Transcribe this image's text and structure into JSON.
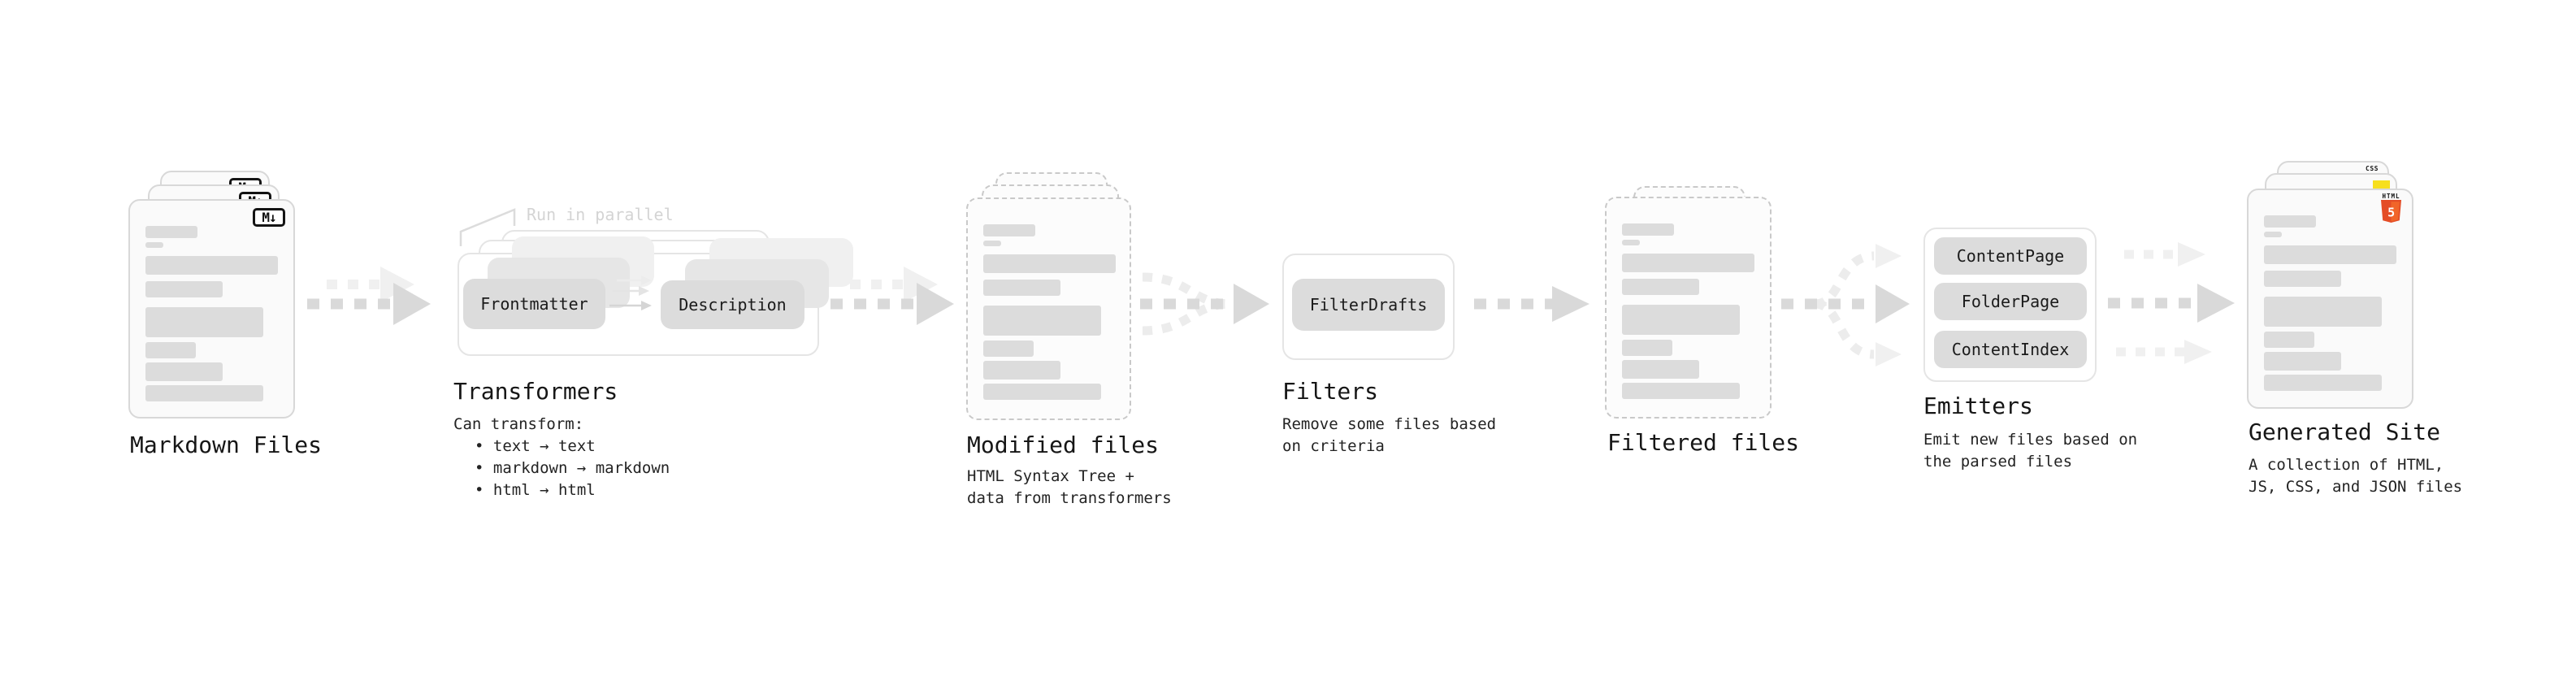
{
  "sections": {
    "markdown_files": {
      "title": "Markdown Files",
      "badge": "M↓"
    },
    "transformers": {
      "title": "Transformers",
      "annotation": "Run in parallel",
      "boxes": {
        "frontmatter": "Frontmatter",
        "description": "Description"
      },
      "desc": {
        "line1": "Can transform:",
        "bullet1": "• text → text",
        "bullet2": "• markdown → markdown",
        "bullet3": "• html → html"
      }
    },
    "modified_files": {
      "title": "Modified files",
      "desc": {
        "line1": "HTML Syntax Tree +",
        "line2": "data from transformers"
      }
    },
    "filters": {
      "title": "Filters",
      "boxes": {
        "filter_drafts": "FilterDrafts"
      },
      "desc": {
        "line1": "Remove some files based",
        "line2": "on criteria"
      }
    },
    "filtered_files": {
      "title": "Filtered files"
    },
    "emitters": {
      "title": "Emitters",
      "boxes": {
        "content_page": "ContentPage",
        "folder_page": "FolderPage",
        "content_index": "ContentIndex"
      },
      "desc": {
        "line1": "Emit new files based on",
        "line2": "the parsed files"
      }
    },
    "generated_site": {
      "title": "Generated Site",
      "badges": {
        "html_label": "HTML",
        "html_number": "5",
        "css_label": "CSS"
      },
      "desc": {
        "line1": "A collection of HTML,",
        "line2": "JS, CSS, and JSON files"
      }
    }
  },
  "colors": {
    "page_bg": "#fafafa",
    "page_border": "#d8d8d8",
    "dashed_border": "#c9c9c9",
    "bar": "#dcdcdc",
    "box_bg": "#dcdcdc",
    "container_border": "#e5e5e5",
    "arrow_dark": "#d9d9d9",
    "arrow_light": "#f0f0f0",
    "annotation": "#d4d4d4",
    "text": "#161616",
    "html5_orange": "#e44d26",
    "js_yellow": "#f7df1e",
    "css_blue": "#2962ff"
  }
}
